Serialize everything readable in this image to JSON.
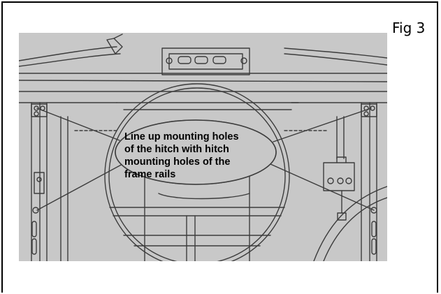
{
  "figure": {
    "label": "Fig 3",
    "callout_lines": [
      "Line up mounting holes",
      "of the hitch with hitch",
      "mounting holes of the",
      "frame rails"
    ]
  },
  "colors": {
    "drawing_background": "#c8c8c8",
    "line_art": "#3c3c3c",
    "border": "#000000"
  }
}
